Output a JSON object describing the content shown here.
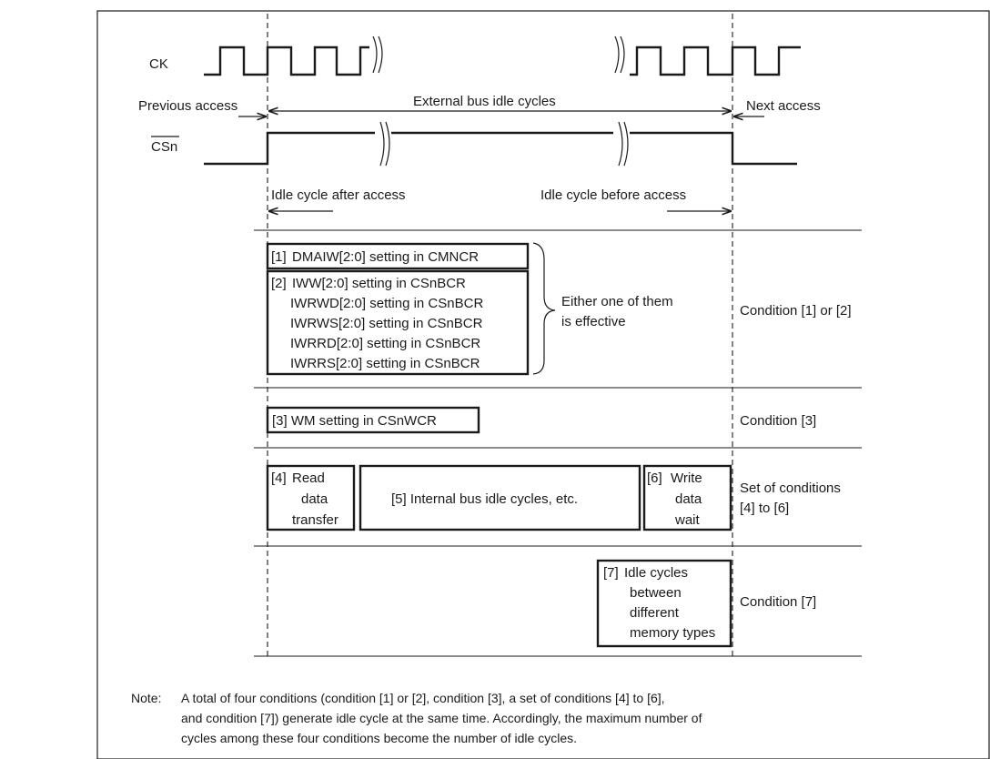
{
  "signals": {
    "ck": "CK",
    "csn": "CSn"
  },
  "phases": {
    "previous_access": "Previous access",
    "external_bus_idle": "External bus idle cycles",
    "next_access": "Next access",
    "idle_after_access": "Idle cycle after access",
    "idle_before_access": "Idle cycle before access"
  },
  "conditions": {
    "c1": {
      "label": "[1]",
      "text": "DMAIW[2:0] setting in CMNCR"
    },
    "c2": {
      "label": "[2]",
      "lines": [
        "IWW[2:0] setting in CSnBCR",
        "IWRWD[2:0] setting in CSnBCR",
        "IWRWS[2:0] setting in CSnBCR",
        "IWRRD[2:0] setting in CSnBCR",
        "IWRRS[2:0] setting in CSnBCR"
      ]
    },
    "either": [
      "Either one of them",
      "is effective"
    ],
    "group1_label": "Condition [1] or [2]",
    "c3": "[3] WM setting in CSnWCR",
    "group2_label": "Condition [3]",
    "c4": {
      "label": "[4]",
      "lines": [
        "Read",
        "data",
        "transfer"
      ]
    },
    "c5": "[5] Internal bus idle cycles, etc.",
    "c6": {
      "label": "[6]",
      "lines": [
        "Write",
        "data",
        "wait"
      ]
    },
    "group3_label": [
      "Set of conditions",
      "[4] to [6]"
    ],
    "c7": {
      "label": "[7]",
      "lines": [
        "Idle cycles",
        "between",
        "different",
        "memory types"
      ]
    },
    "group4_label": "Condition [7]"
  },
  "note": {
    "label": "Note:",
    "lines": [
      "A total of four conditions (condition [1] or [2], condition [3], a set of conditions [4] to [6],",
      "and condition [7]) generate idle cycle at the same time. Accordingly, the maximum number of",
      "cycles among these four conditions become the number of idle cycles."
    ]
  }
}
